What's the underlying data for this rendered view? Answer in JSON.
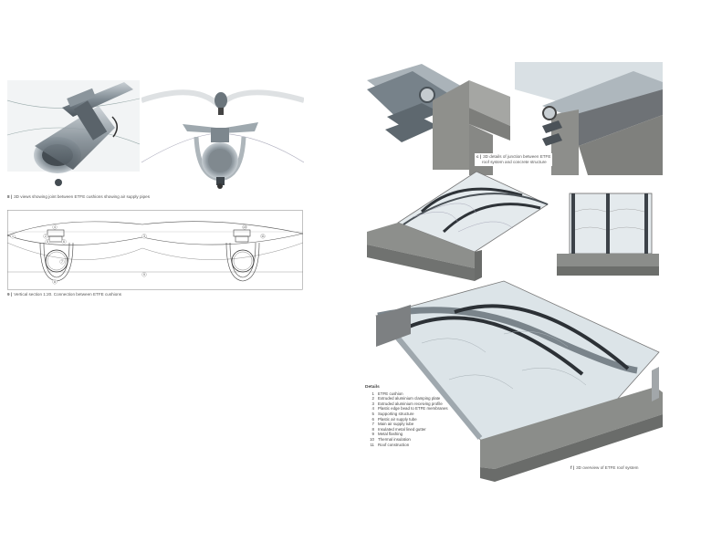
{
  "captions": {
    "fig_a": {
      "num": "8 |",
      "text": "3D views showing joint between ETFE cushions showing air supply pipes"
    },
    "fig_b": {
      "num": "9 |",
      "text": "Vertical section 1:20. Connection between ETFE cushions"
    },
    "fig_c": {
      "num": "c |",
      "line1": "3D details of junction between ETFE",
      "line2": "roof system and concrete structure"
    },
    "fig_f": {
      "num": "f |",
      "text": "3D overview of ETFE roof system"
    }
  },
  "section_labels": [
    "1",
    "2",
    "3",
    "4",
    "5",
    "6",
    "7",
    "8",
    "9",
    "10",
    "11"
  ],
  "legend": {
    "title": "Details",
    "items": [
      {
        "num": "1",
        "text": "ETFE cushion"
      },
      {
        "num": "2",
        "text": "Extruded aluminium clamping plate"
      },
      {
        "num": "3",
        "text": "Extruded aluminium receiving profile"
      },
      {
        "num": "4",
        "text": "Plastic edge bead to ETFE membranes"
      },
      {
        "num": "5",
        "text": "Supporting structure"
      },
      {
        "num": "6",
        "text": "Plastic air supply tube"
      },
      {
        "num": "7",
        "text": "Main air supply tube"
      },
      {
        "num": "8",
        "text": "Insulated metal lined gutter"
      },
      {
        "num": "9",
        "text": "Metal flashing"
      },
      {
        "num": "10",
        "text": "Thermal insulation"
      },
      {
        "num": "11",
        "text": "Roof construction"
      }
    ]
  },
  "colors": {
    "steel": "#9aa4ab",
    "concrete": "#8e8f8c",
    "glass": "#dfe6ea",
    "dark": "#3b4046"
  }
}
